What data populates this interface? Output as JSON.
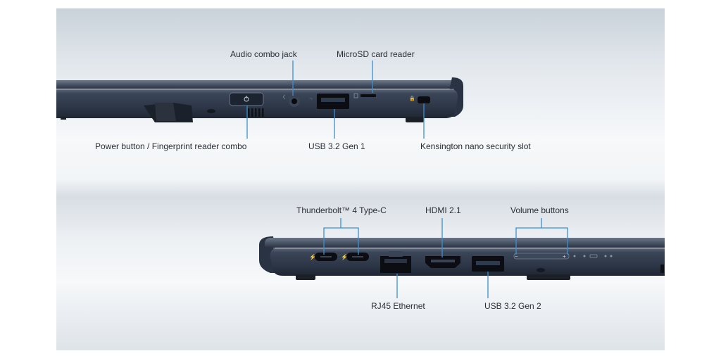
{
  "labels": {
    "audio": "Audio combo jack",
    "microsd": "MicroSD card reader",
    "power": "Power button / Fingerprint reader combo",
    "usb_gen1": "USB 3.2 Gen 1",
    "kensington": "Kensington nano security slot",
    "thunderbolt": "Thunderbolt™ 4 Type-C",
    "hdmi": "HDMI 2.1",
    "volume": "Volume buttons",
    "rj45": "RJ45 Ethernet",
    "usb_gen2": "USB 3.2 Gen 2"
  },
  "colors": {
    "body": "#2d3748",
    "body_dark": "#1d2431",
    "body_light": "#4a5568",
    "leader": "#3b8fd0",
    "port": "#0b0d12"
  }
}
